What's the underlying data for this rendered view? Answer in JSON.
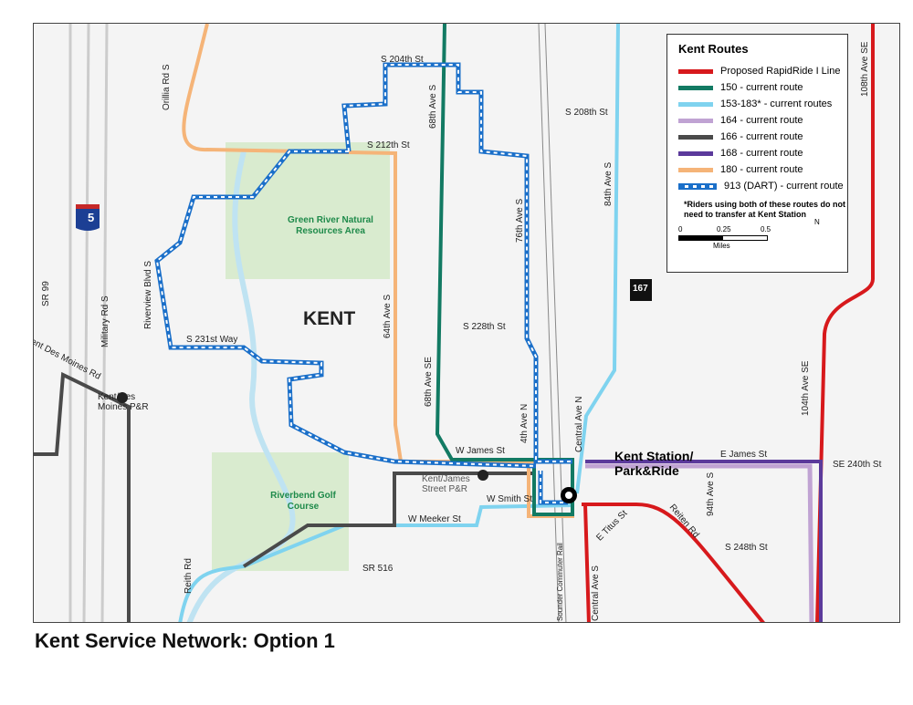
{
  "title": "Kent Service Network: Option 1",
  "legend": {
    "title": "Kent Routes",
    "items": [
      {
        "label": "Proposed RapidRide I Line",
        "color": "#d7191c",
        "style": "solid"
      },
      {
        "label": "150 - current route",
        "color": "#127a63",
        "style": "solid"
      },
      {
        "label": "153-183* - current routes",
        "color": "#7fd3ef",
        "style": "solid"
      },
      {
        "label": "164 - current route",
        "color": "#c0a3d3",
        "style": "solid"
      },
      {
        "label": "166 - current route",
        "color": "#4a4a4a",
        "style": "solid"
      },
      {
        "label": "168 - current route",
        "color": "#5b3a9b",
        "style": "solid"
      },
      {
        "label": "180 - current route",
        "color": "#f5b478",
        "style": "solid"
      },
      {
        "label": "913 (DART) - current route",
        "color": "#1a6fc9",
        "style": "dashed"
      }
    ],
    "note": "*Riders using both of these routes do not need to transfer at Kent Station",
    "scale": {
      "ticks": [
        "0",
        "0.25",
        "0.5"
      ],
      "unit": "Miles"
    },
    "north": "N"
  },
  "map": {
    "city": "KENT",
    "station": "Kent Station/ Park&Ride",
    "interstate": "5",
    "highway": "167",
    "places": [
      "Green River Natural Resources Area",
      "Riverbend Golf Course"
    ],
    "park_rides": [
      "Kent/Des Moines P&R",
      "Kent/James Street P&R"
    ],
    "streets": [
      "S 204th St",
      "S 208th St",
      "S 212th St",
      "S 228th St",
      "S 231st Way",
      "W James St",
      "E James St",
      "SE 240th St",
      "W Smith St",
      "W Meeker St",
      "S 248th St",
      "SR 516",
      "SR 99",
      "Orillia Rd S",
      "68th Ave S",
      "68th Ave SE",
      "76th Ave S",
      "84th Ave S",
      "64th Ave S",
      "4th Ave N",
      "Central Ave N",
      "Central Ave S",
      "Riverview Blvd S",
      "Military Rd S",
      "Kent Des Moines Rd",
      "Reith Rd",
      "Reiten Rd",
      "E Titus St",
      "94th Ave S",
      "104th Ave SE",
      "108th Ave SE",
      "Sounder Commuter Rail"
    ]
  }
}
